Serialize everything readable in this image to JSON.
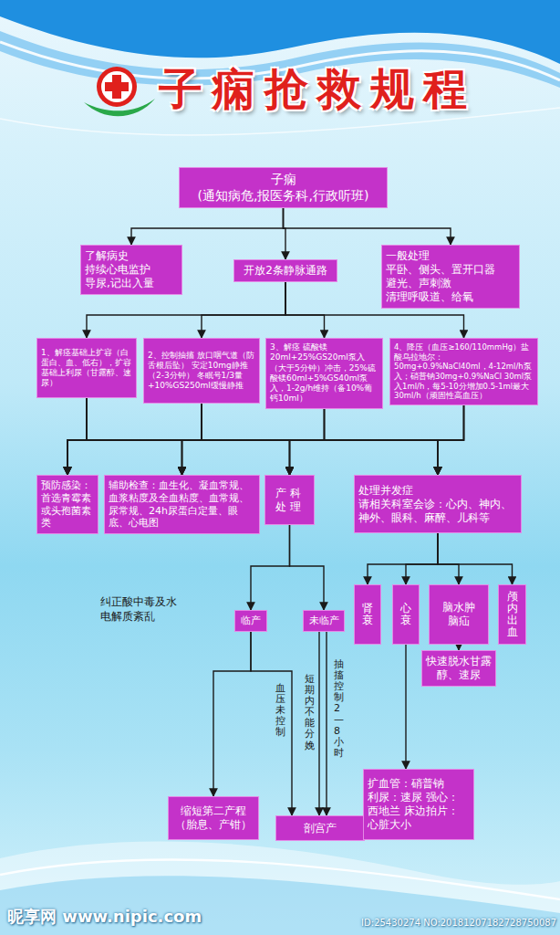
{
  "diagram": {
    "title": "子痫抢救规程",
    "nodes": [
      {
        "text": [
          "子痫",
          "(通知病危,报医务科,行政听班)"
        ]
      },
      {
        "text": [
          "了解病史 持续心电监护 导尿,记出入量"
        ]
      },
      {
        "text": [
          "开放2条静脉通路"
        ]
      },
      {
        "text": [
          "一般处理",
          "平卧、侧头、置开口器 避光、声刺激 清理呼吸道、给氧"
        ]
      },
      {
        "text": [
          "1、解痉基础上扩容（白蛋白、血、低右），扩容基础上利尿（甘露醇、速尿）"
        ]
      },
      {
        "text": [
          "2、控制抽搐 放口咽气道（防舌根后坠） 安定10mg静推（2-3分钟） 冬眠号1/3量+10%GS250ml缓慢静推"
        ]
      },
      {
        "text": [
          "3、解痉 硫酸镁20ml+25%GS20ml泵入（大于5分钟）冲击，25%硫酸镁60ml+5%GS40ml泵入，1-2g/h维持（备10%葡钙10ml）"
        ]
      },
      {
        "text": [
          "4、降压（血压≥160/110mmHg）盐酸乌拉地尔：50mg+0.9%NaCl40ml，4-12ml/h泵入；硝普钠30mg+0.9%NaCl 30ml泵入1ml/h，每5-10分增加0.5-1ml最大30ml/h（顽固性高血压）"
        ]
      },
      {
        "text": [
          "预防感染：首选青霉素或头孢菌素类"
        ]
      },
      {
        "text": [
          "辅助检查：血生化、凝血常规、血浆粘度及全血粘度、血常规、尿常规、24h尿蛋白定量、眼底、心电图"
        ]
      },
      {
        "text": [
          "产科 处理"
        ]
      },
      {
        "text": [
          "处理并发症",
          "请相关科室会诊：心内、神内、神外、眼科、麻醉、儿科等"
        ]
      },
      {
        "text": [
          "临产"
        ]
      },
      {
        "text": [
          "未临产"
        ]
      },
      {
        "text": [
          "肾衰"
        ]
      },
      {
        "text": [
          "心衰"
        ]
      },
      {
        "text": [
          "脑水肿 脑疝"
        ]
      },
      {
        "text": [
          "颅内出血"
        ]
      },
      {
        "text": [
          "快速脱水甘露醇、速尿"
        ]
      },
      {
        "text": [
          "缩短第二产程（胎息、产钳）"
        ]
      },
      {
        "text": [
          "剖宫产"
        ]
      },
      {
        "text": [
          "扩血管：硝普钠 利尿：速尿 强心：西地兰 床边拍片：心脏大小"
        ]
      }
    ],
    "edges": [
      {
        "from": 0,
        "to": 1,
        "arrow": "to"
      },
      {
        "from": 0,
        "to": 2,
        "arrow": "to"
      },
      {
        "from": 0,
        "to": 3,
        "arrow": "to"
      },
      {
        "from": 2,
        "to": 4,
        "arrow": "to"
      },
      {
        "from": 2,
        "to": 5,
        "arrow": "to"
      },
      {
        "from": 2,
        "to": 6,
        "arrow": "to"
      },
      {
        "from": 2,
        "to": 7,
        "arrow": "to"
      },
      {
        "from": 4,
        "to": 8,
        "arrow": "to"
      },
      {
        "from": 4,
        "to": 9,
        "arrow": "to"
      },
      {
        "from": 4,
        "to": 10,
        "arrow": "to"
      },
      {
        "from": 4,
        "to": 11,
        "arrow": "to"
      },
      {
        "from": 5,
        "to": 8,
        "arrow": "to"
      },
      {
        "from": 5,
        "to": 9,
        "arrow": "to"
      },
      {
        "from": 5,
        "to": 10,
        "arrow": "to"
      },
      {
        "from": 5,
        "to": 11,
        "arrow": "to"
      },
      {
        "from": 6,
        "to": 8,
        "arrow": "to"
      },
      {
        "from": 6,
        "to": 9,
        "arrow": "to"
      },
      {
        "from": 6,
        "to": 10,
        "arrow": "to"
      },
      {
        "from": 6,
        "to": 11,
        "arrow": "to"
      },
      {
        "from": 7,
        "to": 8,
        "arrow": "to"
      },
      {
        "from": 7,
        "to": 9,
        "arrow": "to"
      },
      {
        "from": 7,
        "to": 10,
        "arrow": "to"
      },
      {
        "from": 7,
        "to": 11,
        "arrow": "to"
      },
      {
        "from": 10,
        "to": 12,
        "arrow": "to"
      },
      {
        "from": 10,
        "to": 13,
        "arrow": "to"
      },
      {
        "from": 11,
        "to": 14,
        "arrow": "to"
      },
      {
        "from": 11,
        "to": 15,
        "arrow": "to"
      },
      {
        "from": 11,
        "to": 16,
        "arrow": "to"
      },
      {
        "from": 11,
        "to": 17,
        "arrow": "to"
      },
      {
        "from": 16,
        "to": 18,
        "arrow": "to"
      },
      {
        "from": 12,
        "to": 19,
        "arrow": "to"
      },
      {
        "from": 12,
        "to": 20,
        "label": "血压未控制",
        "arrow": "to"
      },
      {
        "from": 13,
        "to": 20,
        "label": "短期内不能分娩",
        "arrow": "to"
      },
      {
        "from": 13,
        "to": 20,
        "label": "抽搐控制2—8小时",
        "arrow": "to"
      },
      {
        "from": 15,
        "to": 21,
        "arrow": "to"
      }
    ],
    "labels": [
      "纠正酸中毒及水电解质紊乱",
      "昵享网 www.nipic.com",
      "ID:25430274 NO:20181207182728750087"
    ]
  }
}
